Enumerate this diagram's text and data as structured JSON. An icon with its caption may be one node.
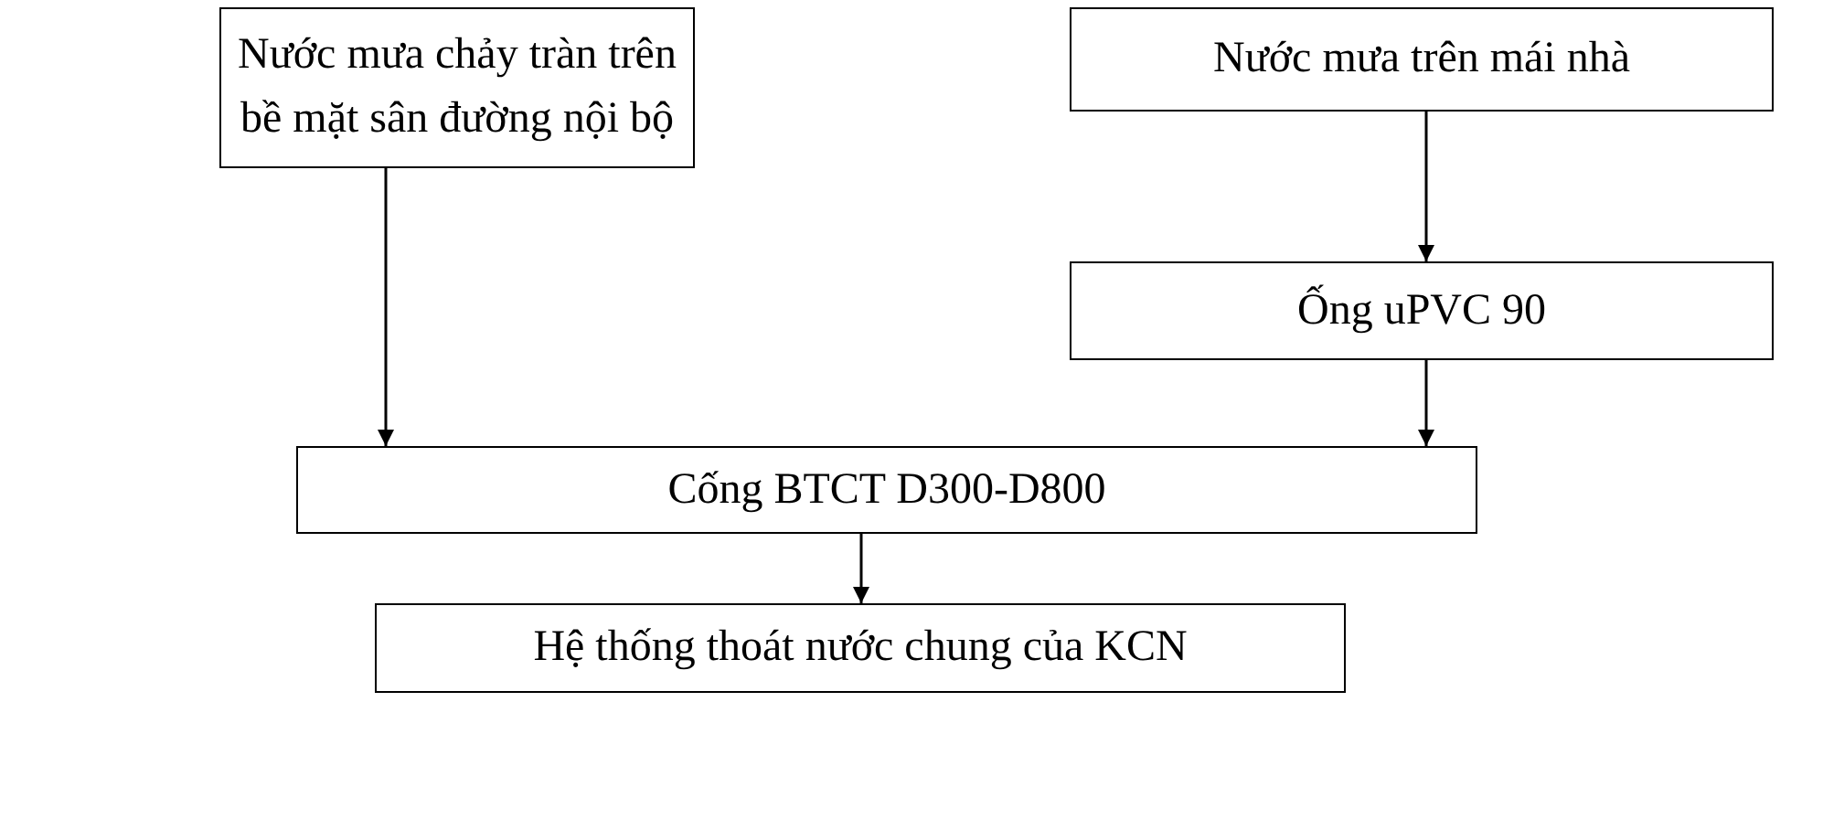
{
  "diagram": {
    "nodes": [
      {
        "text": [
          "Nước mưa chảy tràn trên bề mặt sân đường nội bộ"
        ]
      },
      {
        "text": [
          "Nước mưa trên mái nhà"
        ]
      },
      {
        "text": [
          "Ống uPVC 90"
        ]
      },
      {
        "text": [
          "Cống BTCT D300-D800"
        ]
      },
      {
        "text": [
          "Hệ thống thoát nước chung của KCN"
        ]
      }
    ],
    "edges": [
      {
        "from": 1,
        "to": 2,
        "arrow": "to"
      },
      {
        "from": 0,
        "to": 3,
        "arrow": "to"
      },
      {
        "from": 2,
        "to": 3,
        "arrow": "to"
      },
      {
        "from": 3,
        "to": 4,
        "arrow": "to"
      }
    ]
  }
}
